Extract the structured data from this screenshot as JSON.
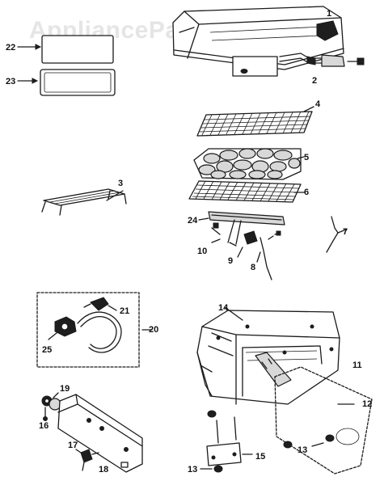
{
  "watermark": "AppliancePartsPros.com",
  "callouts": {
    "c1": "1",
    "c2": "2",
    "c3": "3",
    "c4": "4",
    "c5": "5",
    "c6": "6",
    "c7": "7",
    "c8": "8",
    "c9": "9",
    "c10": "10",
    "c11": "11",
    "c12": "12",
    "c13a": "13",
    "c13b": "13",
    "c14": "14",
    "c15": "15",
    "c16": "16",
    "c17": "17",
    "c18": "18",
    "c19": "19",
    "c20": "20",
    "c21": "21",
    "c22": "22",
    "c23": "23",
    "c24": "24",
    "c25": "25"
  }
}
